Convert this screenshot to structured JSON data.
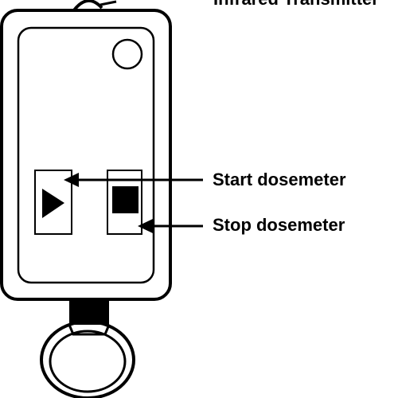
{
  "labels": {
    "infrared": "Infrared Transmitter",
    "start": "Start dosemeter",
    "stop": "Stop dosemeter"
  },
  "icons": {
    "start_button": "play-icon",
    "stop_button": "stop-icon",
    "led": "infrared-led-icon"
  },
  "colors": {
    "ink": "#000000",
    "paper": "#ffffff"
  }
}
